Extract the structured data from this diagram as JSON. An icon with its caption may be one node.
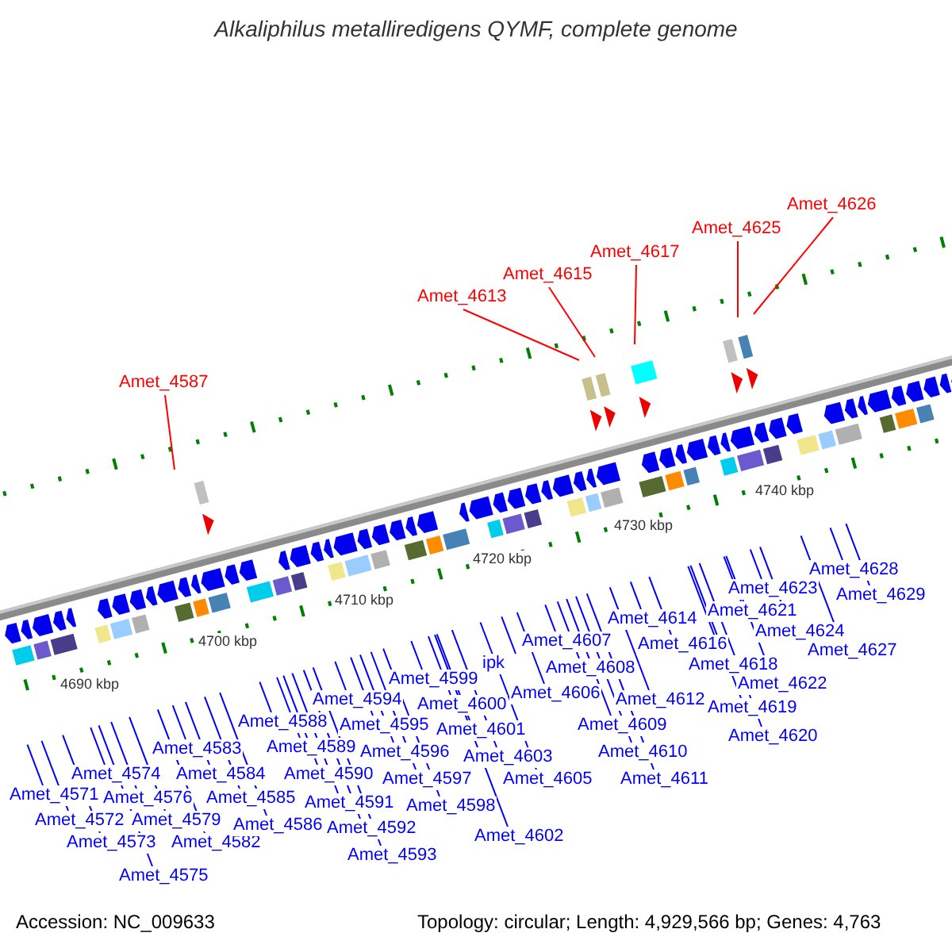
{
  "diagram": {
    "title": "Alkaliphilus metalliredigens QYMF, complete genome",
    "nodes": [
      {
        "text": [
          "Amet_4571"
        ]
      },
      {
        "text": [
          "Amet_4572"
        ]
      },
      {
        "text": [
          "Amet_4573"
        ]
      },
      {
        "text": [
          "Amet_4574"
        ]
      },
      {
        "text": [
          "Amet_4575"
        ]
      },
      {
        "text": [
          "Amet_4576"
        ]
      },
      {
        "text": [
          "Amet_4579"
        ]
      },
      {
        "text": [
          "Amet_4582"
        ]
      },
      {
        "text": [
          "Amet_4583"
        ]
      },
      {
        "text": [
          "Amet_4584"
        ]
      },
      {
        "text": [
          "Amet_4585"
        ]
      },
      {
        "text": [
          "Amet_4586"
        ]
      },
      {
        "text": [
          "Amet_4587"
        ]
      },
      {
        "text": [
          "Amet_4588"
        ]
      },
      {
        "text": [
          "Amet_4589"
        ]
      },
      {
        "text": [
          "Amet_4590"
        ]
      },
      {
        "text": [
          "Amet_4591"
        ]
      },
      {
        "text": [
          "Amet_4592"
        ]
      },
      {
        "text": [
          "Amet_4593"
        ]
      },
      {
        "text": [
          "Amet_4594"
        ]
      },
      {
        "text": [
          "Amet_4595"
        ]
      },
      {
        "text": [
          "Amet_4596"
        ]
      },
      {
        "text": [
          "Amet_4597"
        ]
      },
      {
        "text": [
          "Amet_4598"
        ]
      },
      {
        "text": [
          "Amet_4599"
        ]
      },
      {
        "text": [
          "Amet_4600"
        ]
      },
      {
        "text": [
          "Amet_4601"
        ]
      },
      {
        "text": [
          "ipk"
        ]
      },
      {
        "text": [
          "Amet_4602"
        ]
      },
      {
        "text": [
          "Amet_4603"
        ]
      },
      {
        "text": [
          "Amet_4605"
        ]
      },
      {
        "text": [
          "Amet_4606"
        ]
      },
      {
        "text": [
          "Amet_4607"
        ]
      },
      {
        "text": [
          "Amet_4608"
        ]
      },
      {
        "text": [
          "Amet_4609"
        ]
      },
      {
        "text": [
          "Amet_4610"
        ]
      },
      {
        "text": [
          "Amet_4611"
        ]
      },
      {
        "text": [
          "Amet_4612"
        ]
      },
      {
        "text": [
          "Amet_4613"
        ]
      },
      {
        "text": [
          "Amet_4614"
        ]
      },
      {
        "text": [
          "Amet_4615"
        ]
      },
      {
        "text": [
          "Amet_4616"
        ]
      },
      {
        "text": [
          "Amet_4617"
        ]
      },
      {
        "text": [
          "Amet_4618"
        ]
      },
      {
        "text": [
          "Amet_4619"
        ]
      },
      {
        "text": [
          "Amet_4620"
        ]
      },
      {
        "text": [
          "Amet_4621"
        ]
      },
      {
        "text": [
          "Amet_4622"
        ]
      },
      {
        "text": [
          "Amet_4623"
        ]
      },
      {
        "text": [
          "Amet_4624"
        ]
      },
      {
        "text": [
          "Amet_4625"
        ]
      },
      {
        "text": [
          "Amet_4626"
        ]
      },
      {
        "text": [
          "Amet_4627"
        ]
      },
      {
        "text": [
          "Amet_4628"
        ]
      },
      {
        "text": [
          "Amet_4629"
        ]
      }
    ],
    "edges": [
      {
        "from": 0,
        "to": null,
        "arrow": "none"
      },
      {
        "from": 1,
        "to": null,
        "arrow": "none"
      },
      {
        "from": 2,
        "to": null,
        "arrow": "none"
      },
      {
        "from": 3,
        "to": null,
        "arrow": "none"
      },
      {
        "from": 4,
        "to": null,
        "arrow": "none"
      },
      {
        "from": 5,
        "to": null,
        "arrow": "none"
      },
      {
        "from": 6,
        "to": null,
        "arrow": "none"
      },
      {
        "from": 7,
        "to": null,
        "arrow": "none"
      },
      {
        "from": 8,
        "to": null,
        "arrow": "none"
      },
      {
        "from": 9,
        "to": null,
        "arrow": "none"
      },
      {
        "from": 10,
        "to": null,
        "arrow": "none"
      },
      {
        "from": 11,
        "to": null,
        "arrow": "none"
      },
      {
        "from": 12,
        "to": null,
        "arrow": "none",
        "color": "#ff0000"
      },
      {
        "from": 13,
        "to": null,
        "arrow": "none"
      },
      {
        "from": 14,
        "to": null,
        "arrow": "none"
      },
      {
        "from": 15,
        "to": null,
        "arrow": "none"
      },
      {
        "from": 16,
        "to": null,
        "arrow": "none"
      },
      {
        "from": 17,
        "to": null,
        "arrow": "none"
      },
      {
        "from": 18,
        "to": null,
        "arrow": "none"
      },
      {
        "from": 19,
        "to": null,
        "arrow": "none"
      },
      {
        "from": 20,
        "to": null,
        "arrow": "none"
      },
      {
        "from": 21,
        "to": null,
        "arrow": "none"
      },
      {
        "from": 22,
        "to": null,
        "arrow": "none"
      },
      {
        "from": 23,
        "to": null,
        "arrow": "none"
      },
      {
        "from": 24,
        "to": null,
        "arrow": "none"
      },
      {
        "from": 25,
        "to": null,
        "arrow": "none"
      },
      {
        "from": 26,
        "to": null,
        "arrow": "none"
      },
      {
        "from": 27,
        "to": null,
        "arrow": "none"
      },
      {
        "from": 28,
        "to": null,
        "arrow": "none"
      },
      {
        "from": 29,
        "to": null,
        "arrow": "none"
      },
      {
        "from": 30,
        "to": null,
        "arrow": "none"
      },
      {
        "from": 31,
        "to": null,
        "arrow": "none"
      },
      {
        "from": 32,
        "to": null,
        "arrow": "none"
      },
      {
        "from": 33,
        "to": null,
        "arrow": "none"
      },
      {
        "from": 34,
        "to": null,
        "arrow": "none"
      },
      {
        "from": 35,
        "to": null,
        "arrow": "none"
      },
      {
        "from": 36,
        "to": null,
        "arrow": "none"
      },
      {
        "from": 37,
        "to": null,
        "arrow": "none"
      },
      {
        "from": 38,
        "to": null,
        "arrow": "none",
        "color": "#ff0000"
      },
      {
        "from": 39,
        "to": null,
        "arrow": "none"
      },
      {
        "from": 40,
        "to": null,
        "arrow": "none",
        "color": "#ff0000"
      },
      {
        "from": 41,
        "to": null,
        "arrow": "none"
      },
      {
        "from": 42,
        "to": null,
        "arrow": "none",
        "color": "#ff0000"
      },
      {
        "from": 43,
        "to": null,
        "arrow": "none"
      },
      {
        "from": 44,
        "to": null,
        "arrow": "none"
      },
      {
        "from": 45,
        "to": null,
        "arrow": "none"
      },
      {
        "from": 46,
        "to": null,
        "arrow": "none"
      },
      {
        "from": 47,
        "to": null,
        "arrow": "none"
      },
      {
        "from": 48,
        "to": null,
        "arrow": "none"
      },
      {
        "from": 49,
        "to": null,
        "arrow": "none"
      },
      {
        "from": 50,
        "to": null,
        "arrow": "none",
        "color": "#ff0000"
      },
      {
        "from": 51,
        "to": null,
        "arrow": "none",
        "color": "#ff0000"
      },
      {
        "from": 52,
        "to": null,
        "arrow": "none"
      },
      {
        "from": 53,
        "to": null,
        "arrow": "none"
      },
      {
        "from": 54,
        "to": null,
        "arrow": "none"
      }
    ],
    "labels": [
      "4690 kbp",
      "4700 kbp",
      "4710 kbp",
      "4720 kbp",
      "4730 kbp",
      "4740 kbp",
      "Accession: NC_009633",
      "Topology: circular; Length: 4,929,566 bp; Genes: 4,763"
    ]
  }
}
